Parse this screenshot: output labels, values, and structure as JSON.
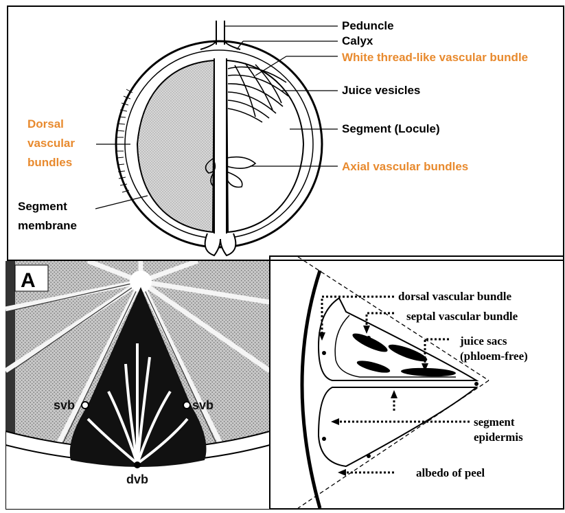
{
  "top_diagram": {
    "labels": {
      "peduncle": "Peduncle",
      "calyx": "Calyx",
      "white_thread": "White thread-like vascular bundle",
      "juice_vesicles": "Juice vesicles",
      "segment_locule": "Segment (Locule)",
      "axial_bundles": "Axial vascular bundles",
      "dorsal_1": "Dorsal",
      "dorsal_2": "vascular",
      "dorsal_3": "bundles",
      "segment_membrane_1": "Segment",
      "segment_membrane_2": "membrane"
    },
    "colors": {
      "highlight": "#e88a2e",
      "text": "#000000"
    }
  },
  "bottom_left": {
    "panel_letter": "A",
    "labels": {
      "svb_left": "svb",
      "svb_right": "svb",
      "dvb": "dvb"
    }
  },
  "bottom_right": {
    "labels": {
      "dorsal_vb": "dorsal vascular bundle",
      "septal_vb": "septal vascular bundle",
      "juice_sacs_1": "juice sacs",
      "juice_sacs_2": "(phloem-free)",
      "segment_1": "segment",
      "segment_2": "epidermis",
      "albedo": "albedo of peel"
    }
  }
}
